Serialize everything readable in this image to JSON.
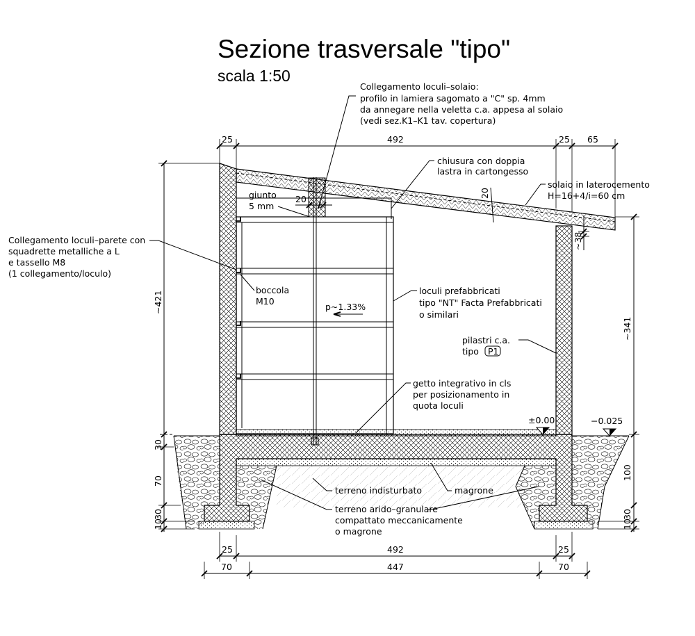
{
  "title": "Sezione trasversale \"tipo\"",
  "scale": "scala 1:50",
  "notes": {
    "collegamento_solaio": [
      "Collegamento loculi–solaio:",
      "profilo in lamiera sagomato a \"C\" sp. 4mm",
      "da annegare nella veletta c.a. appesa al solaio",
      "(vedi sez.K1–K1 tav. copertura)"
    ],
    "chiusura": [
      "chiusura con doppia",
      "lastra in cartongesso"
    ],
    "solaio": [
      "solaio in laterocemento",
      "H=16+4/i=60 cm"
    ],
    "giunto": [
      "giunto",
      "5 mm"
    ],
    "collegamento_parete": [
      "Collegamento loculi–parete con",
      "squadrette metalliche a L",
      "e tassello M8",
      "(1 collegamento/loculo)"
    ],
    "boccola": [
      "boccola",
      "M10"
    ],
    "pendenza": "p~1.33%",
    "loculi": [
      "loculi prefabbricati",
      "tipo \"NT\" Facta Prefabbricati",
      "o similari"
    ],
    "pilastri": [
      "pilastri c.a.",
      "tipo"
    ],
    "pilastri_tag": "P1",
    "getto": [
      "getto integrativo in cls",
      "per posizionamento in",
      "quota loculi"
    ],
    "quota_0": "±0.00",
    "quota_1": "−0.025",
    "terreno": "terreno indisturbato",
    "magrone": "magrone",
    "arido": [
      "terreno arido–granulare",
      "compattato meccanicamente",
      "o magrone"
    ]
  },
  "dimensions": {
    "top": [
      "25",
      "492",
      "25",
      "65"
    ],
    "inner_20": "20",
    "slab_20": "20",
    "d38": "~38",
    "left_height": "~421",
    "right_height": "~341",
    "left_found": [
      "30",
      "70",
      "10",
      "30"
    ],
    "right_found": [
      "100",
      "10",
      "30"
    ],
    "bottom1": [
      "25",
      "492",
      "25"
    ],
    "bottom2": [
      "70",
      "447",
      "70"
    ]
  }
}
